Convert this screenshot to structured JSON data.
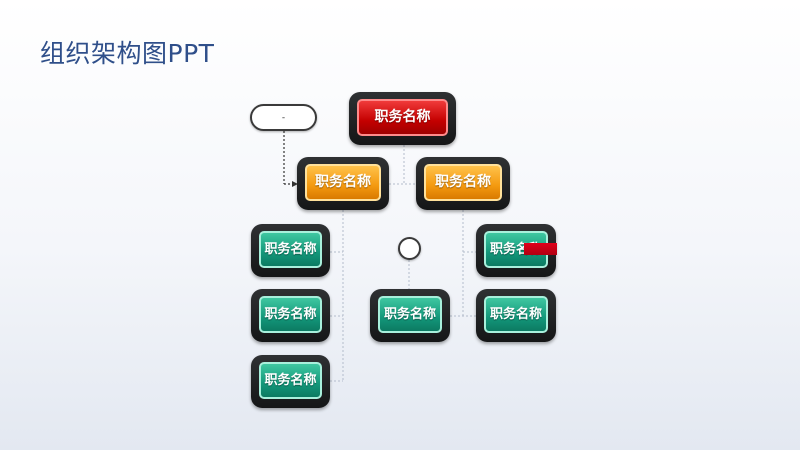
{
  "title": "组织架构图PPT",
  "pill_label": "-",
  "nodes": [
    {
      "id": "top",
      "level": "red",
      "text": "职务名称"
    },
    {
      "id": "left-mid",
      "level": "orange",
      "text": "职务名称"
    },
    {
      "id": "right-mid",
      "level": "orange",
      "text": "职务名称"
    },
    {
      "id": "left-1",
      "level": "green",
      "text": "职务名称"
    },
    {
      "id": "left-2",
      "level": "green",
      "text": "职务名称"
    },
    {
      "id": "left-3",
      "level": "green",
      "text": "职务名称"
    },
    {
      "id": "center",
      "level": "green",
      "text": "职务名称"
    },
    {
      "id": "right-1",
      "level": "green",
      "text": "职务名称"
    },
    {
      "id": "right-2",
      "level": "green",
      "text": "职务名称"
    }
  ],
  "colors": {
    "title": "#2f4f8a",
    "level_red": "#c40000",
    "level_orange": "#f4990f",
    "level_green": "#13977a",
    "box_frame": "#1e1f20",
    "connector": "#aab4c4"
  }
}
